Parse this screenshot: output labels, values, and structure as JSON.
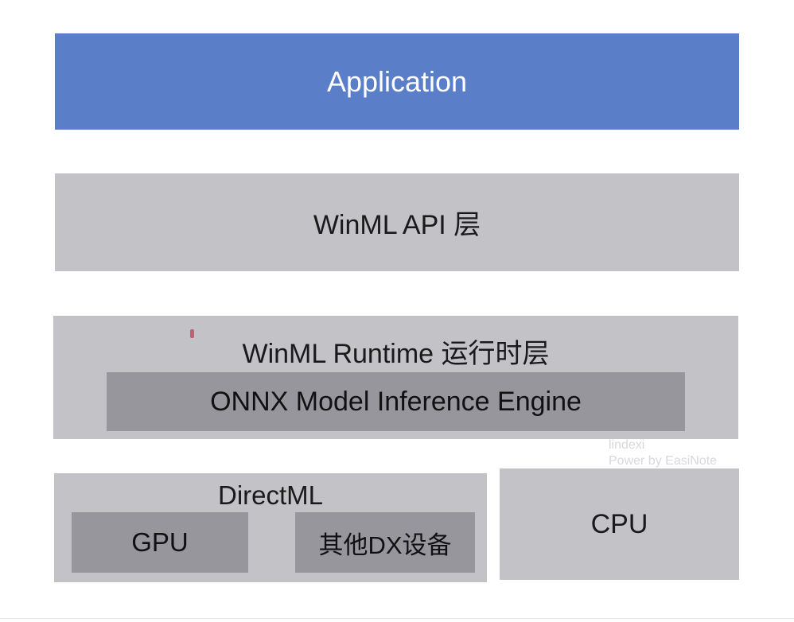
{
  "layers": {
    "application": {
      "label": "Application"
    },
    "winml_api": {
      "label": "WinML API 层"
    },
    "winml_runtime": {
      "label": "WinML Runtime 运行时层",
      "onnx_engine": {
        "label": "ONNX Model Inference Engine"
      }
    },
    "directml": {
      "label": "DirectML",
      "gpu": {
        "label": "GPU"
      },
      "other_dx": {
        "label": "其他DX设备"
      }
    },
    "cpu": {
      "label": "CPU"
    }
  },
  "watermark": {
    "line1": "lindexi",
    "line2": "Power by EasiNote"
  },
  "annotations": {
    "red_ink_mark": "small-red-ink-dot"
  },
  "colors": {
    "accent_blue": "#5b7ec8",
    "layer_gray": "#c3c3c7",
    "inner_gray": "#96969c",
    "watermark_gray": "#d8d8dd",
    "annotation_red": "#c43c5a",
    "background": "#ffffff"
  }
}
